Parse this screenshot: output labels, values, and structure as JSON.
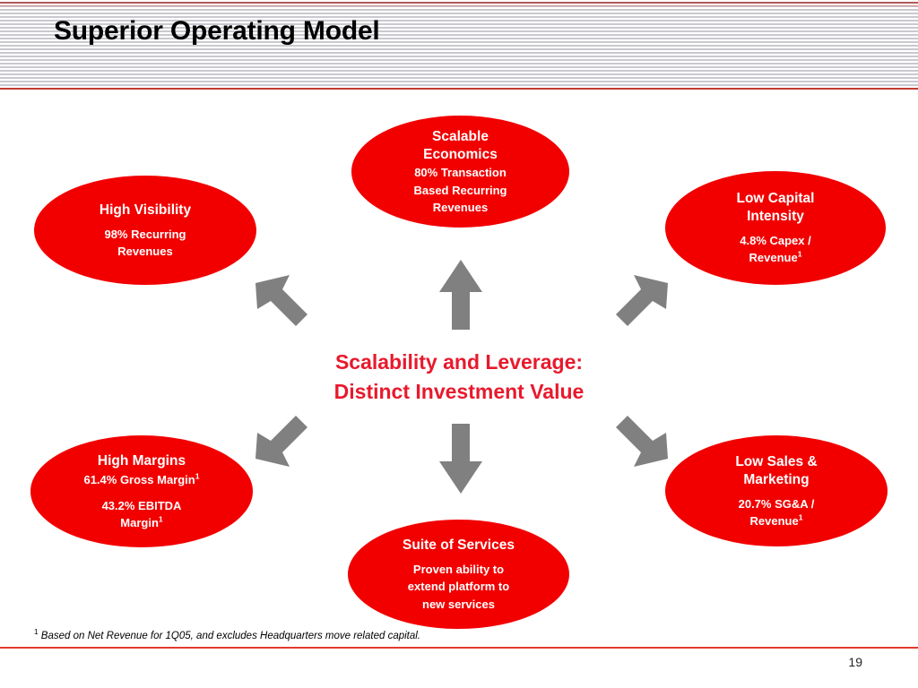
{
  "slide": {
    "title": "Superior Operating Model",
    "page_number": "19",
    "footnote_marker": "1",
    "footnote_text": " Based on Net Revenue for 1Q05, and excludes Headquarters move related capital.",
    "accent_red": "#f20000",
    "center_text_red": "#e8192c",
    "arrow_gray": "#808080",
    "rule_red": "#e23a2e"
  },
  "center": {
    "line1": "Scalability and Leverage:",
    "line2": "Distinct Investment Value"
  },
  "nodes": [
    {
      "id": "high-visibility",
      "title": "High Visibility",
      "sub1": "98% Recurring",
      "sub2": "Revenues",
      "footnote_ref": ""
    },
    {
      "id": "scalable-economics",
      "title_line1": "Scalable",
      "title_line2": "Economics",
      "sub1": "80% Transaction",
      "sub2": "Based Recurring",
      "sub3": "Revenues"
    },
    {
      "id": "low-capital-intensity",
      "title_line1": "Low Capital",
      "title_line2": "Intensity",
      "sub1": "4.8%  Capex /",
      "sub2": "Revenue",
      "footnote_ref": "1"
    },
    {
      "id": "high-margins",
      "title": "High Margins",
      "sub1": "61.4% Gross Margin",
      "sub1_ref": "1",
      "sub2": "43.2%  EBITDA",
      "sub3": "Margin",
      "sub3_ref": "1"
    },
    {
      "id": "suite-of-services",
      "title": "Suite of Services",
      "sub1": "Proven ability to",
      "sub2": "extend platform to",
      "sub3": "new services"
    },
    {
      "id": "low-sales-marketing",
      "title_line1": "Low Sales &",
      "title_line2": "Marketing",
      "sub1": "20.7% SG&A /",
      "sub2": "Revenue",
      "footnote_ref": "1"
    }
  ],
  "arrows": [
    {
      "id": "up-left",
      "direction": "up-left"
    },
    {
      "id": "up",
      "direction": "up"
    },
    {
      "id": "up-right",
      "direction": "up-right"
    },
    {
      "id": "down-left",
      "direction": "down-left"
    },
    {
      "id": "down",
      "direction": "down"
    },
    {
      "id": "down-right",
      "direction": "down-right"
    }
  ]
}
